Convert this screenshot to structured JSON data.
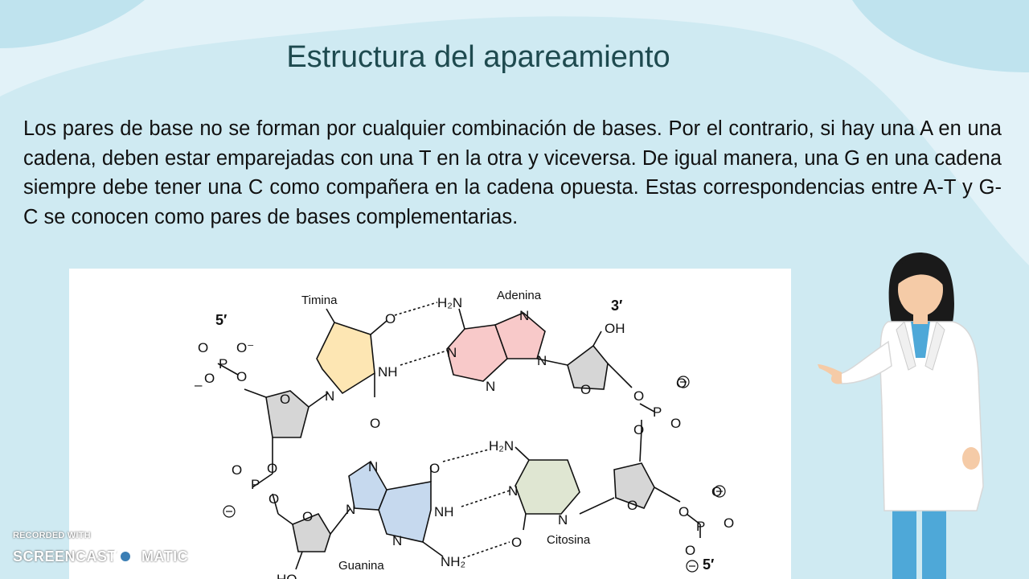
{
  "slide": {
    "title": "Estructura del apareamiento",
    "paragraph": "Los pares de base no se forman por cualquier combinación de bases. Por el contrario, si hay una A en una cadena, deben estar emparejadas con una T en la otra y viceversa. De igual manera, una G en una cadena siempre debe tener una C como compañera en la cadena opuesta. Estas correspondencias entre A-T y G-C se conocen como pares de bases complementarias."
  },
  "diagram": {
    "labels": {
      "timina": "Timina",
      "adenina": "Adenina",
      "guanina": "Guanina",
      "citosina": "Citosina",
      "five_prime_top": "5′",
      "three_prime": "3′",
      "five_prime_bottom": "5′"
    },
    "atoms": {
      "o": "O",
      "n": "N",
      "p": "P",
      "nh": "NH",
      "oh": "OH",
      "ho": "HO",
      "h2n": "H₂N",
      "nh2": "NH₂",
      "o_minus": "O⁻",
      "minus": "–"
    },
    "colors": {
      "timina": "#fde6b3",
      "adenina": "#f8c9c9",
      "guanina": "#c6d9ee",
      "citosina": "#dfe6d2",
      "sugar": "#d6d6d6",
      "background": "#d6eef5"
    }
  },
  "watermark": {
    "line1": "RECORDED WITH",
    "brand_left": "SCREENCAST",
    "brand_right": "MATIC"
  }
}
